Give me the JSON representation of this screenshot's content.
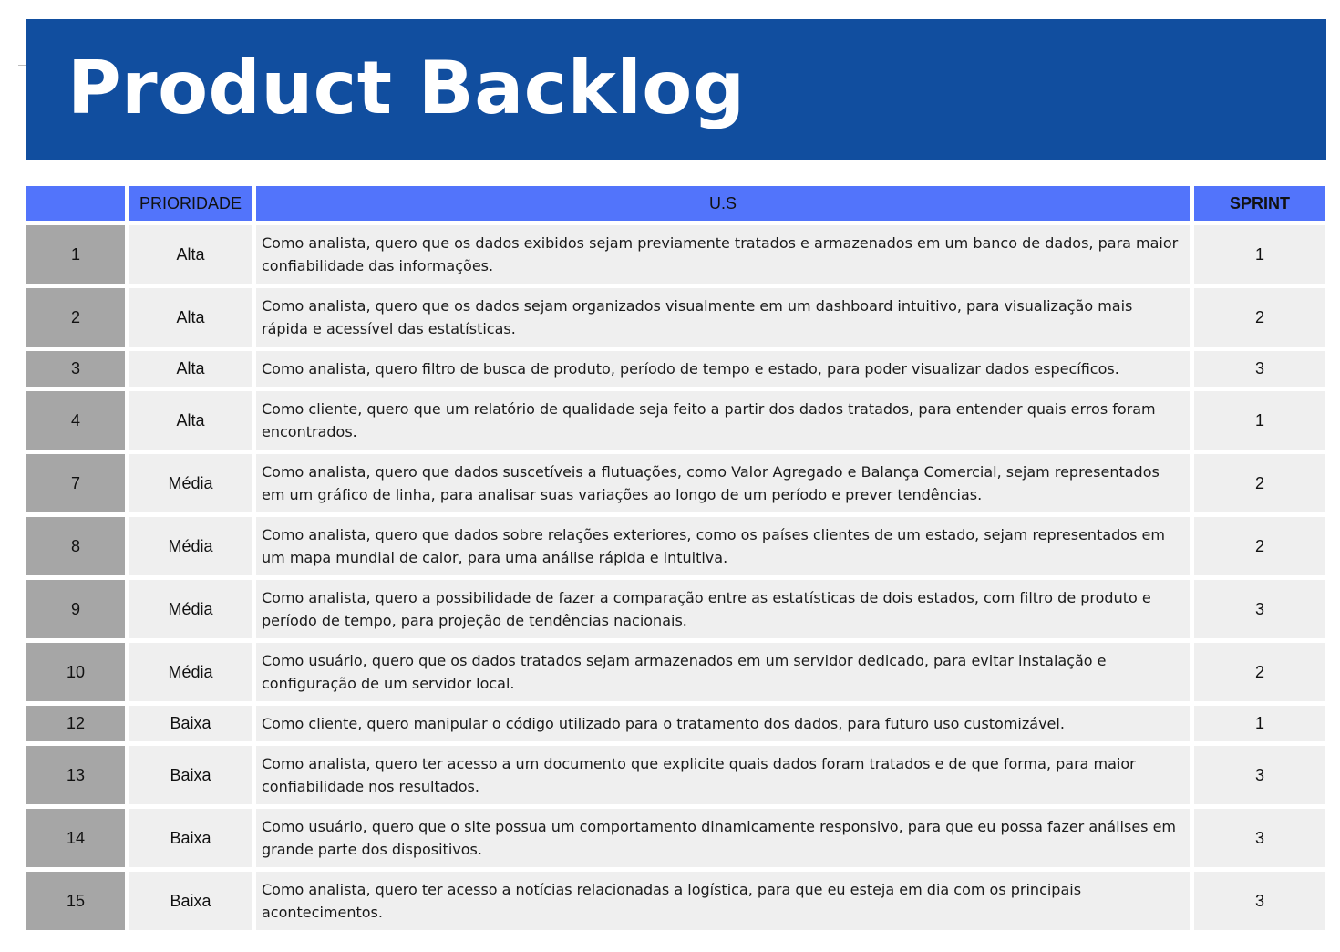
{
  "title": "Product Backlog",
  "columns": {
    "id": "",
    "priority": "PRIORIDADE",
    "story": "U.S",
    "sprint": "SPRINT"
  },
  "rows": [
    {
      "id": "1",
      "priority": "Alta",
      "story": "Como analista, quero que os dados exibidos sejam previamente tratados e armazenados em um banco de dados, para maior confiabilidade das informações.",
      "sprint": "1"
    },
    {
      "id": "2",
      "priority": "Alta",
      "story": "Como analista, quero que os dados sejam organizados visualmente em um dashboard intuitivo, para visualização mais rápida e acessível das estatísticas.",
      "sprint": "2"
    },
    {
      "id": "3",
      "priority": "Alta",
      "story": "Como analista, quero filtro de busca de produto, período de tempo e estado, para poder visualizar dados específicos.",
      "sprint": "3"
    },
    {
      "id": "4",
      "priority": "Alta",
      "story": "Como cliente, quero que um relatório de qualidade seja feito a partir dos dados tratados, para entender quais erros foram encontrados.",
      "sprint": "1"
    },
    {
      "id": "7",
      "priority": "Média",
      "story": "Como analista, quero que dados suscetíveis a flutuações, como Valor Agregado e Balança Comercial, sejam representados em um gráfico de linha, para analisar suas variações ao longo de um período e prever tendências.",
      "sprint": "2"
    },
    {
      "id": "8",
      "priority": "Média",
      "story": "Como analista, quero que dados sobre relações exteriores, como os países clientes de um estado, sejam representados em um mapa mundial de calor, para uma análise rápida e intuitiva.",
      "sprint": "2"
    },
    {
      "id": "9",
      "priority": "Média",
      "story": "Como analista, quero a possibilidade de fazer a comparação entre as estatísticas de dois estados, com filtro de produto e período de tempo, para projeção de tendências nacionais.",
      "sprint": "3"
    },
    {
      "id": "10",
      "priority": "Média",
      "story": "Como usuário, quero que os dados tratados sejam armazenados em um servidor dedicado, para evitar instalação e configuração de um servidor local.",
      "sprint": "2"
    },
    {
      "id": "12",
      "priority": "Baixa",
      "story": "Como cliente, quero manipular o código utilizado para o tratamento dos dados, para futuro uso customizável.",
      "sprint": "1"
    },
    {
      "id": "13",
      "priority": "Baixa",
      "story": "Como analista, quero ter acesso a um documento que explicite quais dados foram tratados e de que forma, para maior confiabilidade nos resultados.",
      "sprint": "3"
    },
    {
      "id": "14",
      "priority": "Baixa",
      "story": "Como usuário, quero que o site possua um comportamento dinamicamente responsivo, para que eu possa fazer análises em grande parte dos dispositivos.",
      "sprint": "3"
    },
    {
      "id": "15",
      "priority": "Baixa",
      "story": "Como analista, quero ter acesso a notícias relacionadas a logística, para que eu esteja em dia com os principais acontecimentos.",
      "sprint": "3"
    }
  ]
}
